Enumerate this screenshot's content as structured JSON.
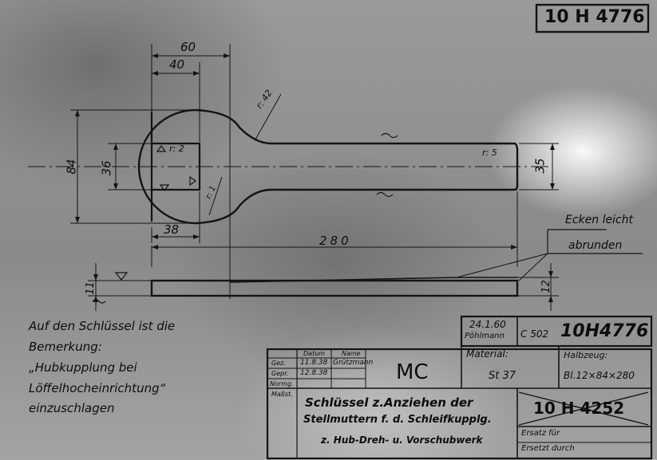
{
  "drawing_number_top": "10 H 4776",
  "dimensions": {
    "d60": "60",
    "d40": "40",
    "d84": "84",
    "d36": "36",
    "d38": "38",
    "d280": "280",
    "d35": "35",
    "d11": "11",
    "d12": "12",
    "r2": "r: 2",
    "r42": "r: 42",
    "r5": "r: 5",
    "r1": "r: 1"
  },
  "note_corners": [
    "Ecken leicht",
    "abrunden"
  ],
  "remark": [
    "Auf den Schlüssel ist die",
    "Bemerkung:",
    "„Hubkupplung bei",
    "Löffelhocheinrichtung“",
    "einzuschlagen"
  ],
  "title_block": {
    "header_datum": "Datum",
    "header_name": "Name",
    "row_gez": "Gez.",
    "row_gepr": "Gepr.",
    "row_normg": "Normg.",
    "gez_date": "11.8.38",
    "gez_name": "Grützmann",
    "gepr_date": "12.8.38",
    "gepr_name": "",
    "scale_label": "Maßst.",
    "mc": "MC",
    "date_issued": "24.1.60",
    "issuer": "Pöhlmann",
    "code": "C 502",
    "drawing_number": "10H4776",
    "material_label": "Material:",
    "material_value": "St 37",
    "semi_label": "Halbzeug:",
    "semi_value": "Bl.12×84×280",
    "title_line1": "Schlüssel z.Anziehen der",
    "title_line2": "Stellmuttern f. d. Schleifkupplg.",
    "title_line3": "z. Hub-Dreh- u. Vorschubwerk",
    "old_number": "10 H 4252",
    "ersatz_fuer": "Ersatz für",
    "ersetzt_durch": "Ersetzt durch"
  }
}
